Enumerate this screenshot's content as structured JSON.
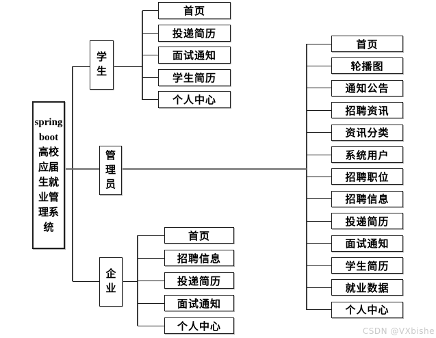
{
  "diagram": {
    "root": {
      "label": "spring boot高校应届生就业管理系统"
    },
    "branches": [
      {
        "label": "学生",
        "children": [
          "首页",
          "投递简历",
          "面试通知",
          "学生简历",
          "个人中心"
        ]
      },
      {
        "label": "管理员",
        "children": [
          "首页",
          "轮播图",
          "通知公告",
          "招聘资讯",
          "资讯分类",
          "系统用户",
          "招聘职位",
          "招聘信息",
          "投递简历",
          "面试通知",
          "学生简历",
          "就业数据",
          "个人中心"
        ]
      },
      {
        "label": "企业",
        "children": [
          "首页",
          "招聘信息",
          "投递简历",
          "面试通知",
          "个人中心"
        ]
      }
    ]
  },
  "watermark": {
    "text": "CSDN @VXbishe",
    "color": "#c9c9c9"
  }
}
